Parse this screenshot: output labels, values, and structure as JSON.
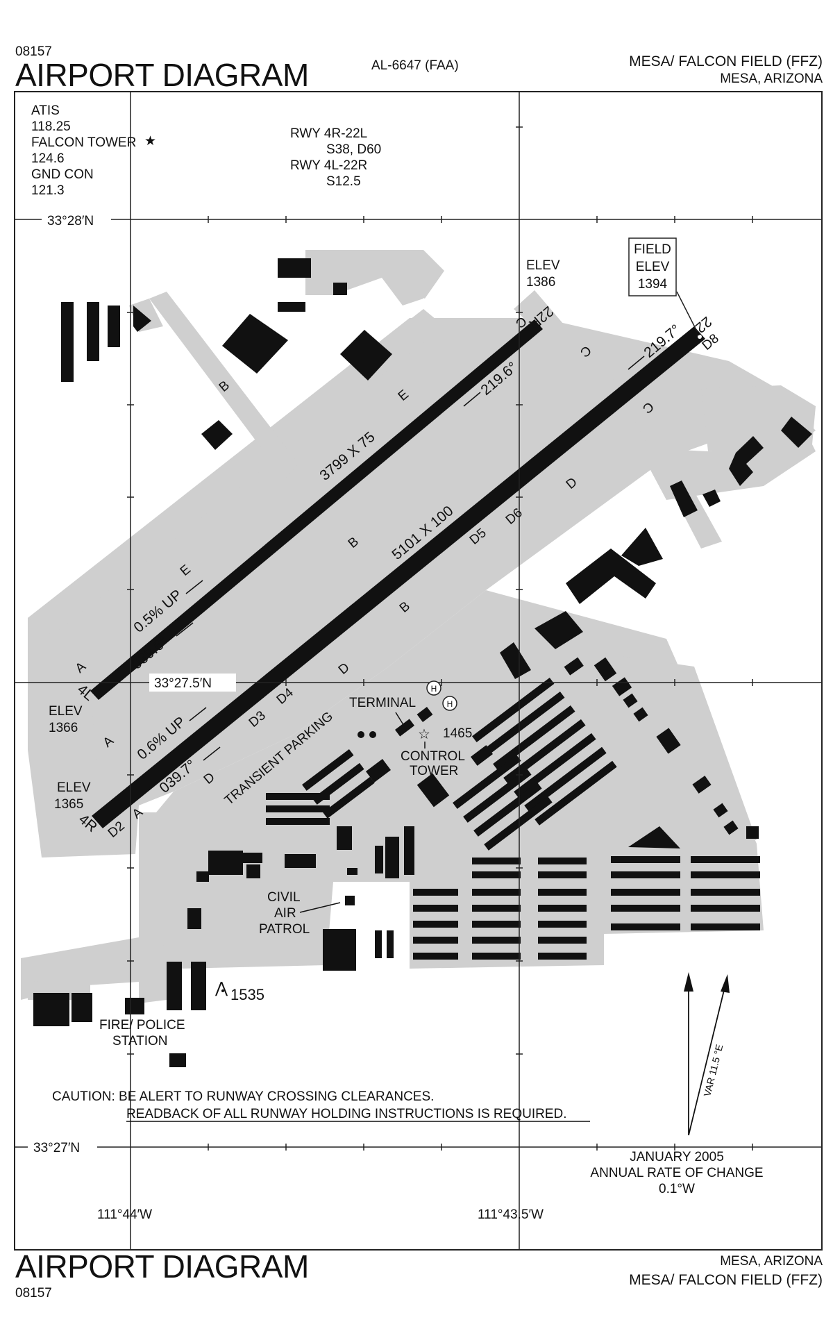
{
  "header": {
    "chart_number_top": "08157",
    "title_top": "AIRPORT DIAGRAM",
    "chart_id": "AL-6647 (FAA)",
    "airport_name_top": "MESA/ FALCON FIELD (FFZ)",
    "city_state_top": "MESA, ARIZONA"
  },
  "frequencies": {
    "atis_label": "ATIS",
    "atis_freq": "118.25",
    "tower_label": "FALCON TOWER",
    "tower_mark": "★",
    "tower_freq": "124.6",
    "gnd_label": "GND CON",
    "gnd_freq": "121.3"
  },
  "runway_info": {
    "line1": "RWY 4R-22L",
    "line2": "S38, D60",
    "line3": "RWY 4L-22R",
    "line4": "S12.5"
  },
  "coordinates": {
    "lat_top": "33°28′N",
    "lat_mid": "33°27.5′N",
    "lat_bottom": "33°27′N",
    "lon_left": "111°44′W",
    "lon_right": "111°43.5′W"
  },
  "elevations": {
    "elev_label": "ELEV",
    "elev_22r": "1386",
    "elev_4l": "1366",
    "elev_4r": "1365",
    "field_elev_line1": "FIELD",
    "field_elev_line2": "ELEV",
    "field_elev_value": "1394",
    "control_tower_elev": "1465",
    "obstacle_elev": "1535"
  },
  "runways": {
    "rwy_4l_end": "4L",
    "rwy_22r_end": "22R",
    "rwy_4r_end": "4R",
    "rwy_22l_end": "22L",
    "rwy_north_dims": "3799 X 75",
    "rwy_south_dims": "5101 X 100",
    "hdg_22r": "219.6°",
    "hdg_22l": "219.7°",
    "hdg_4l": "039.6°",
    "hdg_4r": "039.7°",
    "grade_4l": "0.5% UP",
    "grade_4r": "0.6% UP"
  },
  "taxiways": {
    "a": "A",
    "b": "B",
    "c": "C",
    "d": "D",
    "e": "E",
    "d2": "D2",
    "d3": "D3",
    "d4": "D4",
    "d5": "D5",
    "d6": "D6",
    "d8": "D8",
    "helipad": "H"
  },
  "facilities": {
    "terminal": "TERMINAL",
    "transient_parking": "TRANSIENT PARKING",
    "control_line1": "CONTROL",
    "control_line2": "TOWER",
    "cap_line1": "CIVIL",
    "cap_line2": "AIR",
    "cap_line3": "PATROL",
    "fire_line1": "FIRE/ POLICE",
    "fire_line2": "STATION"
  },
  "notes": {
    "caution_line1": "CAUTION: BE ALERT TO RUNWAY CROSSING CLEARANCES.",
    "caution_line2": "READBACK OF ALL RUNWAY HOLDING INSTRUCTIONS IS REQUIRED."
  },
  "magnetic": {
    "variation": "VAR 11.5 °E",
    "date": "JANUARY 2005",
    "rate_label": "ANNUAL RATE OF CHANGE",
    "rate_value": "0.1°W"
  },
  "footer": {
    "title_bottom": "AIRPORT DIAGRAM",
    "chart_number_bottom": "08157",
    "city_state_bottom": "MESA, ARIZONA",
    "airport_name_bottom": "MESA/ FALCON FIELD (FFZ)"
  },
  "colors": {
    "pavement": "#cfcfcf",
    "structure": "#111111",
    "runway": "#111111",
    "border": "#222222"
  }
}
